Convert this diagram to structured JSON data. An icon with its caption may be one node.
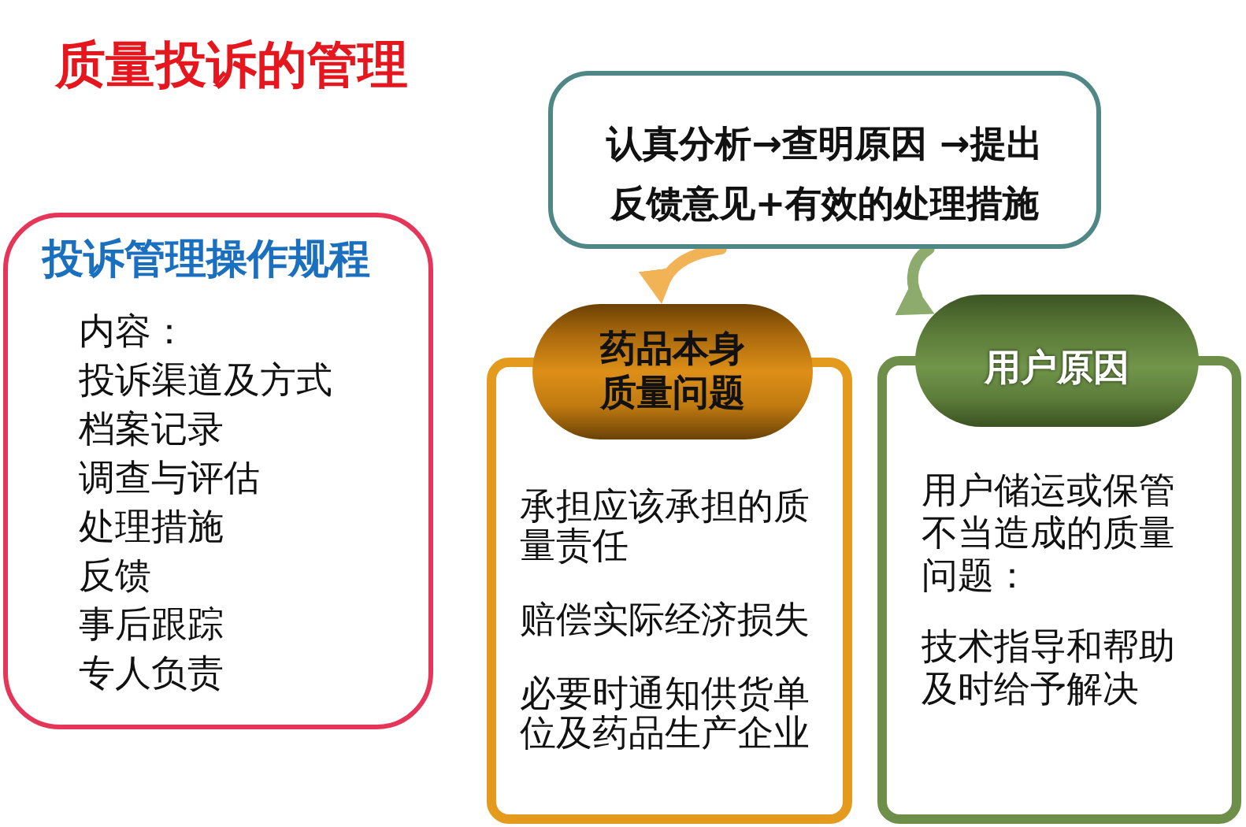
{
  "diagram": {
    "title": "质量投诉的管理",
    "nodes": [
      {
        "text": [
          "投诉管理操作规程",
          "内容：",
          "投诉渠道及方式",
          "档案记录",
          "调查与评估",
          "处理措施",
          "反馈",
          "事后跟踪",
          "专人负责"
        ]
      },
      {
        "text": [
          "认真分析→查明原因 →提出反馈意见+有效的处理措施"
        ]
      },
      {
        "text": [
          "药品本身质量问题"
        ]
      },
      {
        "text": [
          "承担应该承担的质量责任",
          "赔偿实际经济损失",
          "必要时通知供货单位及药品生产企业"
        ]
      },
      {
        "text": [
          "用户原因"
        ]
      },
      {
        "text": [
          "用户储运或保管不当造成的质量问题：",
          "技术指导和帮助及时给予解决"
        ]
      }
    ],
    "edges": [
      {
        "from": 1,
        "to": 2,
        "arrow": "to",
        "color": "#f2b357"
      },
      {
        "from": 1,
        "to": 4,
        "arrow": "to",
        "color": "#8cab6c"
      }
    ]
  }
}
